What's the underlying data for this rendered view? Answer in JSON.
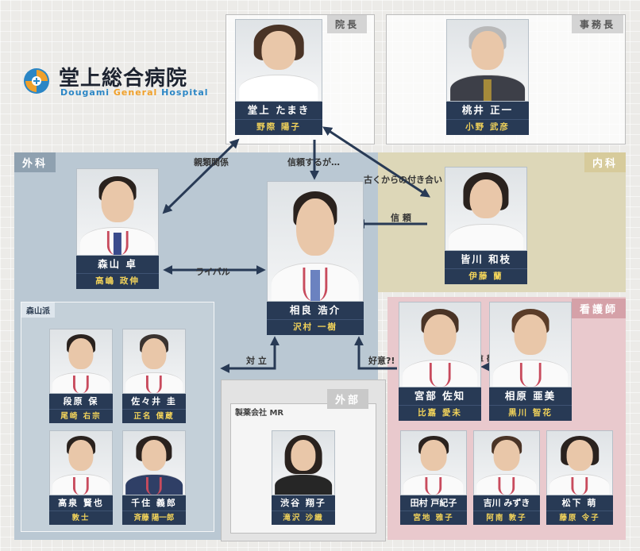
{
  "hospital": {
    "name_jp": "堂上総合病院",
    "name_en_1": "Dougami",
    "name_en_2": "General",
    "name_en_3": "Hospital"
  },
  "sections": {
    "director": "院長",
    "office_manager": "事務長",
    "surgery": "外科",
    "internal_medicine": "内科",
    "moriyama_faction": "森山派",
    "nurses": "看護師",
    "external": "外部",
    "pharma_mr": "製薬会社 MR"
  },
  "people": {
    "tamaki": {
      "name": "堂上 たまき",
      "actor": "野際 陽子"
    },
    "momoi": {
      "name": "桃井 正一",
      "actor": "小野 武彦"
    },
    "moriyama": {
      "name": "森山 卓",
      "actor": "高嶋 政伸"
    },
    "aira": {
      "name": "相良 浩介",
      "actor": "沢村 一樹"
    },
    "minagawa": {
      "name": "皆川 和枝",
      "actor": "伊藤 蘭"
    },
    "danbara": {
      "name": "段原 保",
      "actor": "尾崎 右宗"
    },
    "sasai": {
      "name": "佐々井 圭",
      "actor": "正名 僕蔵"
    },
    "takaizumi": {
      "name": "高泉 賢也",
      "actor": "敦士"
    },
    "senju": {
      "name": "千住 義郎",
      "actor": "斉藤 陽一郎"
    },
    "shibuya": {
      "name": "渋谷 翔子",
      "actor": "滝沢 沙織"
    },
    "miyabe": {
      "name": "宮部 佐知",
      "actor": "比嘉 愛未"
    },
    "aihara": {
      "name": "相原 亜美",
      "actor": "黒川 智花"
    },
    "tamura": {
      "name": "田村 戸紀子",
      "actor": "宮地 雅子"
    },
    "yoshikawa": {
      "name": "吉川 みずき",
      "actor": "阿南 敦子"
    },
    "matsushita": {
      "name": "松下 萌",
      "actor": "藤原 令子"
    }
  },
  "relations": {
    "relatives": "親類関係",
    "trust_but": "信頼するが…",
    "old_acquaintance": "古くからの付き合い",
    "trust": "信 頼",
    "rival": "ライバル",
    "opposition": "対 立",
    "affection": "好意?!",
    "respect": "尊 敬"
  },
  "colors": {
    "surgery_bg": "#bac8d3",
    "internal_bg": "#ddd7b8",
    "internal_label": "#d7cb9b",
    "nurse_bg": "#e9c9cd",
    "nurse_label": "#d5a1a8",
    "namebar": "#283a55",
    "actor_text": "#f2d35a",
    "arrow": "#283a55"
  }
}
